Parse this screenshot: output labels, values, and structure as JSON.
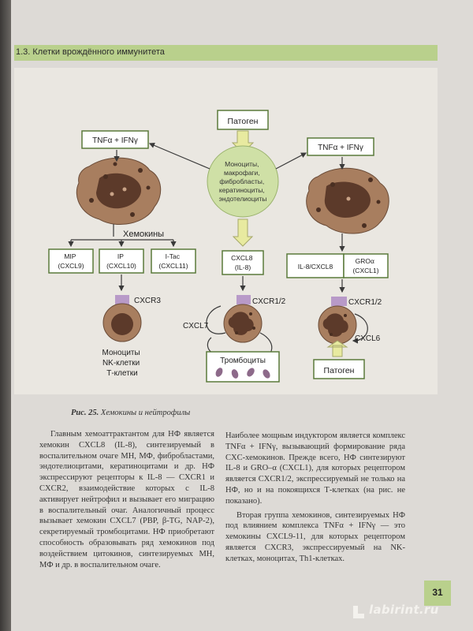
{
  "header": {
    "section": "1.3. Клетки врождённого иммунитета"
  },
  "figure": {
    "pathogen_top": "Патоген",
    "tnf_left": "TNFα + IFNγ",
    "tnf_right": "TNFα + IFNγ",
    "center_cells": [
      "Моноциты,",
      "макрофаги,",
      "фибробласты,",
      "кератиноциты,",
      "эндотелиоциты"
    ],
    "chemokines_label": "Хемокины",
    "chemokine_boxes": [
      {
        "line1": "MIP",
        "line2": "(CXCL9)"
      },
      {
        "line1": "IP",
        "line2": "(CXCL10)"
      },
      {
        "line1": "I-Tac",
        "line2": "(CXCL11)"
      }
    ],
    "cxcl8_box": {
      "line1": "CXCL8",
      "line2": "(IL-8)"
    },
    "right_box_left": "IL-8/CXCL8",
    "right_box_right": {
      "line1": "GROα",
      "line2": "(CXCL1)"
    },
    "cxcr3": "CXCR3",
    "cxcr12_mid": "CXCR1/2",
    "cxcr12_right": "CXCR1/2",
    "cxcl7": "CXCL7",
    "cxcl6": "CXCL6",
    "left_cells": [
      "Моноциты",
      "NK-клетки",
      "Т-клетки"
    ],
    "platelets": "Тромбоциты",
    "pathogen_bottom": "Патоген"
  },
  "caption": {
    "prefix": "Рис. 25.",
    "text": " Хемокины и нейтрофилы"
  },
  "body": {
    "left_col": "Главным хемоаттрактантом для НФ является хемокин CXCL8 (IL-8), синтезируемый в воспалительном очаге МН, МФ, фибробластами, эндотелиоцитами, кератиноцитами и др. НФ экспрессируют рецепторы к IL-8 — CXCR1 и CXCR2, взаимодействие которых с IL-8 активирует нейтрофил и вызывает его миграцию в воспалительный очаг. Аналогичный процесс вызывает хемокин CXCL7 (PBP, β-TG, NAP-2), секретируемый тромбоцитами. НФ приобретают способность образовывать ряд хемокинов под воздействием цитокинов, синтезируемых МН, МФ и др. в воспалительном очаге.",
    "right_col_p1": "Наиболее мощным индуктором является комплекс TNFα + IFNγ, вызывающий формирование ряда CXC-хемокинов. Прежде всего, НФ синтезируют IL-8 и GRO–α (CXCL1), для которых рецептором является CXCR1/2, экспрессируемый не только на НФ, но и на покоящихся Т-клетках (на рис. не показано).",
    "right_col_p2": "Вторая группа хемокинов, синтезируемых НФ под влиянием комплекса TNFα + IFNγ — это хемокины CXCL9-11, для которых рецептором является CXCR3, экспрессируемый на NK-клетках, моноцитах, Th1-клетках."
  },
  "page_number": "31",
  "watermark": "labirint.ru",
  "colors": {
    "accent": "#b9d08c",
    "arrow": "#e8eaa0",
    "cell": "#a87e5f",
    "receptor": "#b89ac8"
  }
}
